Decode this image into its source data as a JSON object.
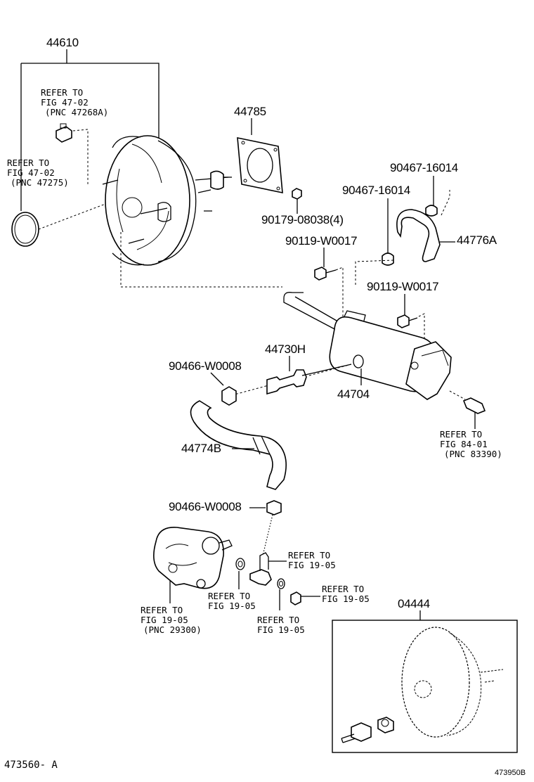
{
  "parts": {
    "booster": "44610",
    "gasket": "44785",
    "nut": "90179-08038(4)",
    "clip_a": "90467-16014",
    "clip_b": "90467-16014",
    "hose_a": "44776A",
    "bolt_a": "90119-W0017",
    "bolt_b": "90119-W0017",
    "check_valve": "44730H",
    "clamp_a": "90466-W0008",
    "tank": "44704",
    "hose_b": "44774B",
    "clamp_b": "90466-W0008",
    "kit": "04444"
  },
  "refs": {
    "r1": [
      "REFER TO",
      "FIG 47-02",
      "(PNC 47268A)"
    ],
    "r2": [
      "REFER TO",
      "FIG 47-02",
      "(PNC 47275)"
    ],
    "r3": [
      "REFER TO",
      "FIG 84-01",
      "(PNC 83390)"
    ],
    "r4": [
      "REFER TO",
      "FIG 19-05"
    ],
    "r5": [
      "REFER TO",
      "FIG 19-05"
    ],
    "r6": [
      "REFER TO",
      "FIG 19-05"
    ],
    "r7": [
      "REFER TO",
      "FIG 19-05",
      "(PNC 29300)"
    ],
    "r8": [
      "REFER TO",
      "FIG 19-05"
    ]
  },
  "footer": {
    "left_code": "473560- A",
    "right_code": "473950B"
  }
}
